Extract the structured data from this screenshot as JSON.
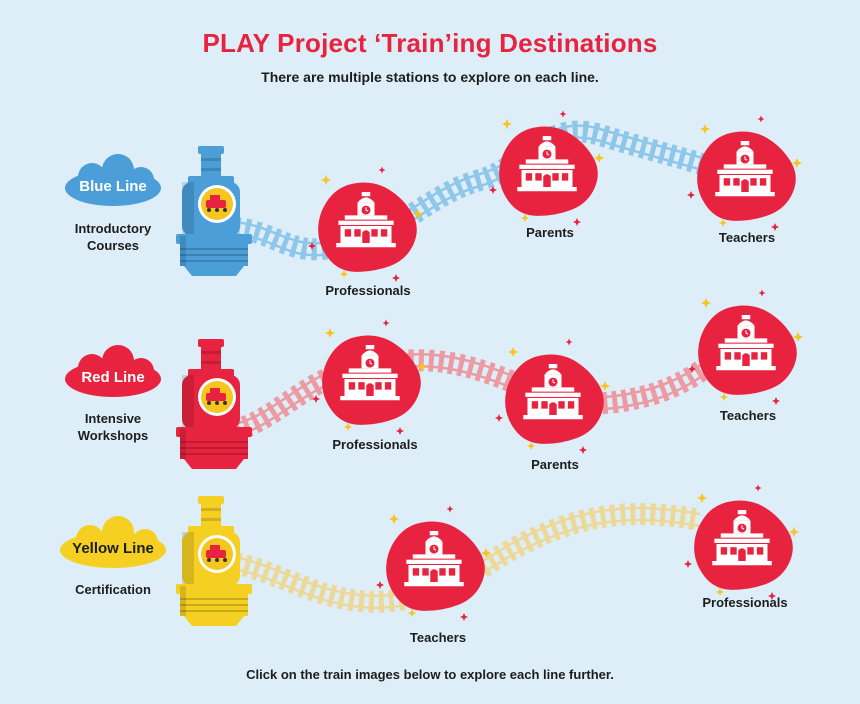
{
  "title": "PLAY Project ‘Train’ing Destinations",
  "subtitle": "There are multiple stations to explore on each line.",
  "footer": "Click on the train images below to explore each line further.",
  "colors": {
    "background": "#deeef8",
    "accent_red": "#e8233f",
    "blue_line": "#4b9ed8",
    "red_line": "#e8233f",
    "yellow_line": "#f5d022",
    "sparkle": "#f7c51f"
  },
  "lines": [
    {
      "name": "Blue Line",
      "description": [
        "Introductory",
        "Courses"
      ],
      "color": "#4b9ed8",
      "track_color": "#8fc7ea",
      "stations": [
        "Professionals",
        "Parents",
        "Teachers"
      ]
    },
    {
      "name": "Red Line",
      "description": [
        "Intensive",
        "Workshops"
      ],
      "color": "#e8233f",
      "track_color": "#ec9aa3",
      "stations": [
        "Professionals",
        "Parents",
        "Teachers"
      ]
    },
    {
      "name": "Yellow Line",
      "description": [
        "Certification"
      ],
      "color": "#f5d022",
      "track_color": "#ecd99a",
      "stations": [
        "Teachers",
        "Professionals"
      ]
    }
  ]
}
